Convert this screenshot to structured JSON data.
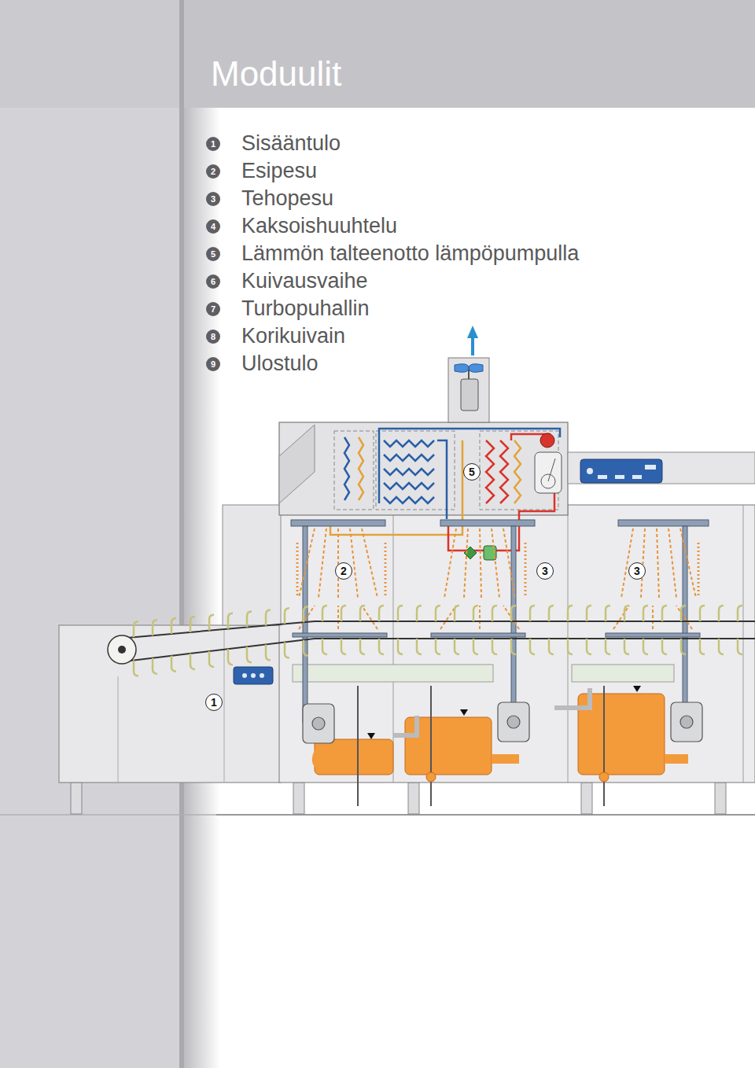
{
  "diagram": {
    "title": "Moduulit",
    "labels": [
      "1",
      "Sisääntulo",
      "2",
      "Esipesu",
      "3",
      "Tehopesu",
      "4",
      "Kaksoishuuhtelu",
      "5",
      "Lämmön talteenotto lämpöpumpulla",
      "6",
      "Kuivausvaihe",
      "7",
      "Turbopuhallin",
      "8",
      "Korikuivain",
      "9",
      "Ulostulo",
      "5",
      "2",
      "3",
      "3",
      "1"
    ]
  }
}
